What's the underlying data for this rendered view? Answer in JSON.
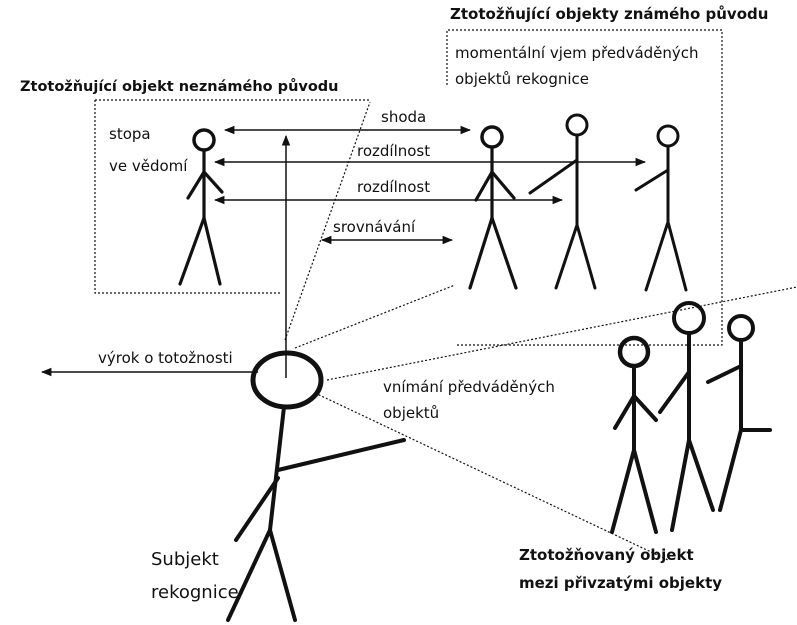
{
  "titles": {
    "known_objects": "Ztotožňující objekty známého původu",
    "unknown_object": "Ztotožňující objekt neznámého původu",
    "identified_line1": "Ztotožňovaný objekt",
    "identified_line2": "mezi přivzatými objekty"
  },
  "labels": {
    "momentary_line1": "momentální vjem předváděných",
    "momentary_line2": "objektů rekognice",
    "trace_line1": "stopa",
    "trace_line2": "ve vědomí",
    "match": "shoda",
    "difference_1": "rozdílnost",
    "difference_2": "rozdílnost",
    "comparison": "srovnávání",
    "statement": "výrok o totožnosti",
    "perception_line1": "vnímání předváděných",
    "perception_line2": "objektů",
    "subject_line1": "Subjekt",
    "subject_line2": "rekognice"
  },
  "colors": {
    "ink": "#111111",
    "background": "#ffffff"
  }
}
